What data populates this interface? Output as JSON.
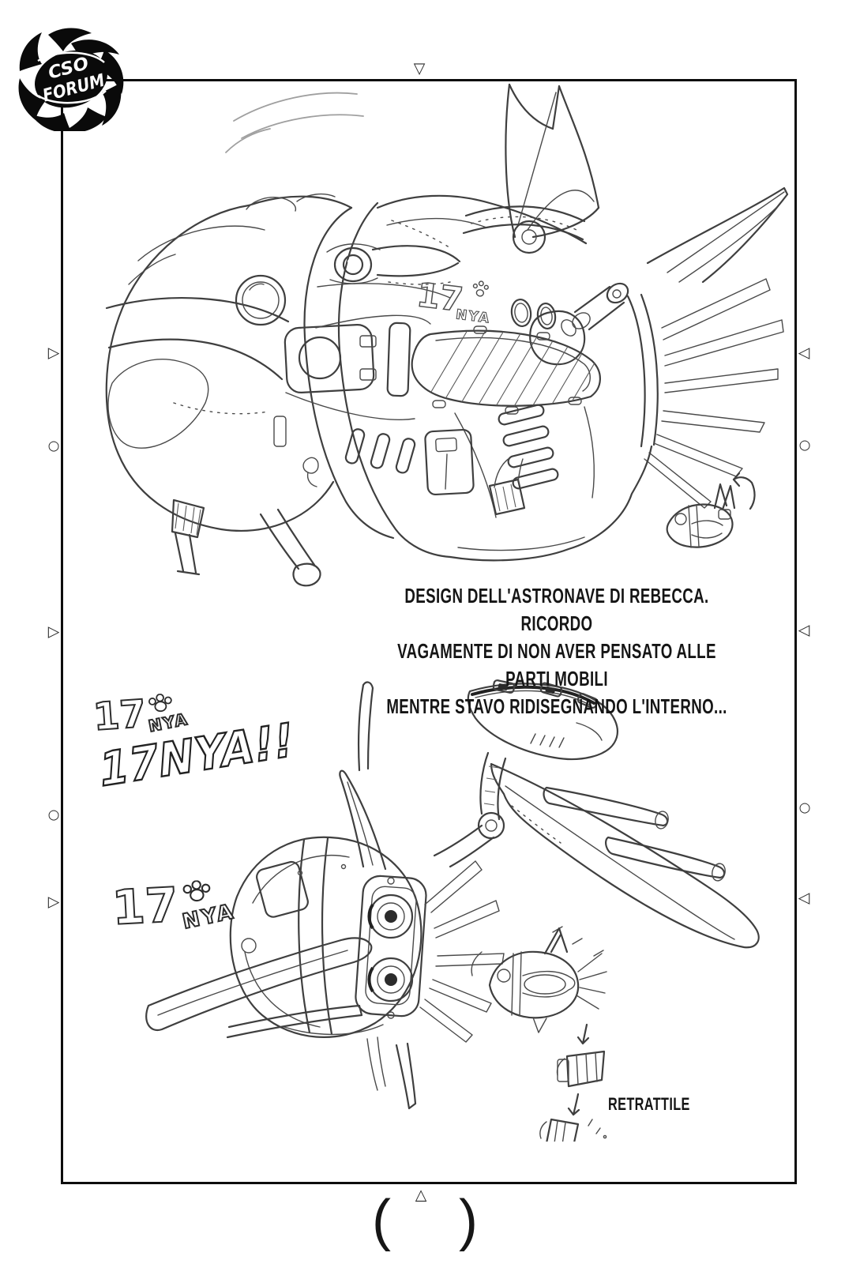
{
  "page": {
    "watermark": {
      "line1": "CSO",
      "line2": "FORUM"
    },
    "caption": {
      "line1": "DESIGN DELL'ASTRONAVE DI REBECCA. RICORDO",
      "line2": "VAGAMENTE DI NON AVER PENSATO ALLE PARTI MOBILI",
      "line3": "MENTRE STAVO RIDISEGNANDO L'INTERNO..."
    },
    "labels": {
      "retractable": "RETRATTILE"
    },
    "logo_sketches": {
      "bubble_top": {
        "number": "17",
        "word": "NYA"
      },
      "graffiti": {
        "text": "17NYA!!"
      },
      "bubble_bottom": {
        "number": "17",
        "word": "NYA"
      }
    },
    "ship_marking": {
      "number": "17",
      "word": "NYA"
    },
    "page_number": {
      "open": "(",
      "close": ")"
    },
    "registration_marks": {
      "triangle_down": "▽",
      "triangle_up": "△",
      "triangle_right": "▷",
      "triangle_left": "◁",
      "circle": "○"
    },
    "colors": {
      "paper": "#ffffff",
      "ink": "#111111",
      "pencil": "#3f3f3f",
      "pencil_light": "#9f9f9f"
    }
  }
}
